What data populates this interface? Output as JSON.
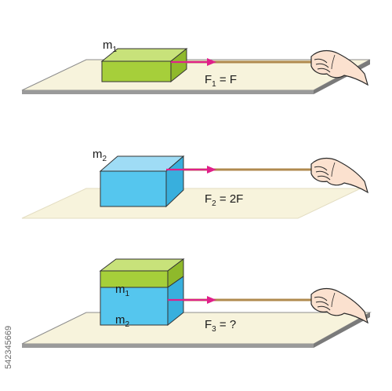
{
  "panels": [
    {
      "mass": {
        "base": "m",
        "sub": "1"
      },
      "force": {
        "base": "F",
        "sub": "1",
        "rhs": " = F"
      }
    },
    {
      "mass": {
        "base": "m",
        "sub": "2"
      },
      "force": {
        "base": "F",
        "sub": "2",
        "rhs": " = 2F"
      }
    },
    {
      "masses": [
        {
          "base": "m",
          "sub": "1"
        },
        {
          "base": "m",
          "sub": "2"
        }
      ],
      "force": {
        "base": "F",
        "sub": "3",
        "rhs": " = ?"
      }
    }
  ],
  "watermark": {
    "stock_id": "542345669"
  },
  "colors": {
    "green_front": "#a6cf3a",
    "green_top": "#c8e27a",
    "green_side": "#8fb92b",
    "blue_front": "#55c6ee",
    "blue_top": "#9fdcf5",
    "blue_side": "#38afdd",
    "arrow": "#e0208a",
    "rope": "#b08a4e",
    "table": "#f7f3dc",
    "table_edge": "#8c8c8c"
  }
}
